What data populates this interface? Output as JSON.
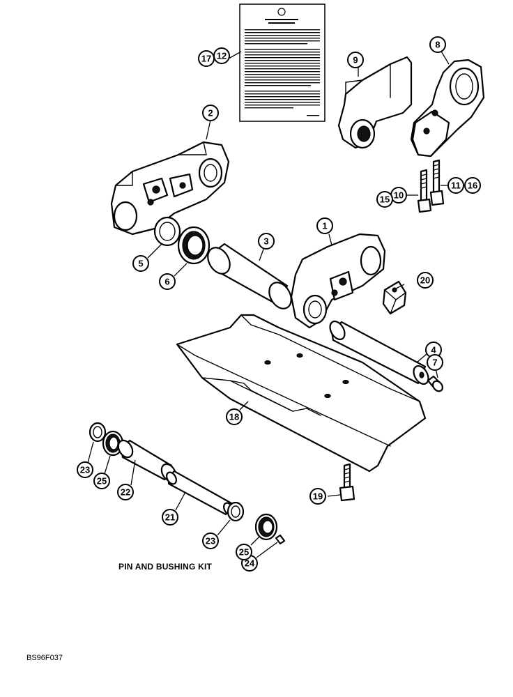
{
  "callouts": {
    "c1": "1",
    "c2": "2",
    "c3": "3",
    "c4": "4",
    "c5": "5",
    "c6": "6",
    "c7": "7",
    "c8": "8",
    "c9": "9",
    "c10": "10",
    "c11": "11",
    "c12": "12",
    "c15": "15",
    "c16": "16",
    "c17": "17",
    "c18": "18",
    "c19": "19",
    "c20": "20",
    "c21": "21",
    "c22": "22",
    "c23a": "23",
    "c23b": "23",
    "c24": "24",
    "c25a": "25",
    "c25b": "25"
  },
  "labels": {
    "kit": "PIN AND BUSHING KIT",
    "code": "BS96F037"
  }
}
